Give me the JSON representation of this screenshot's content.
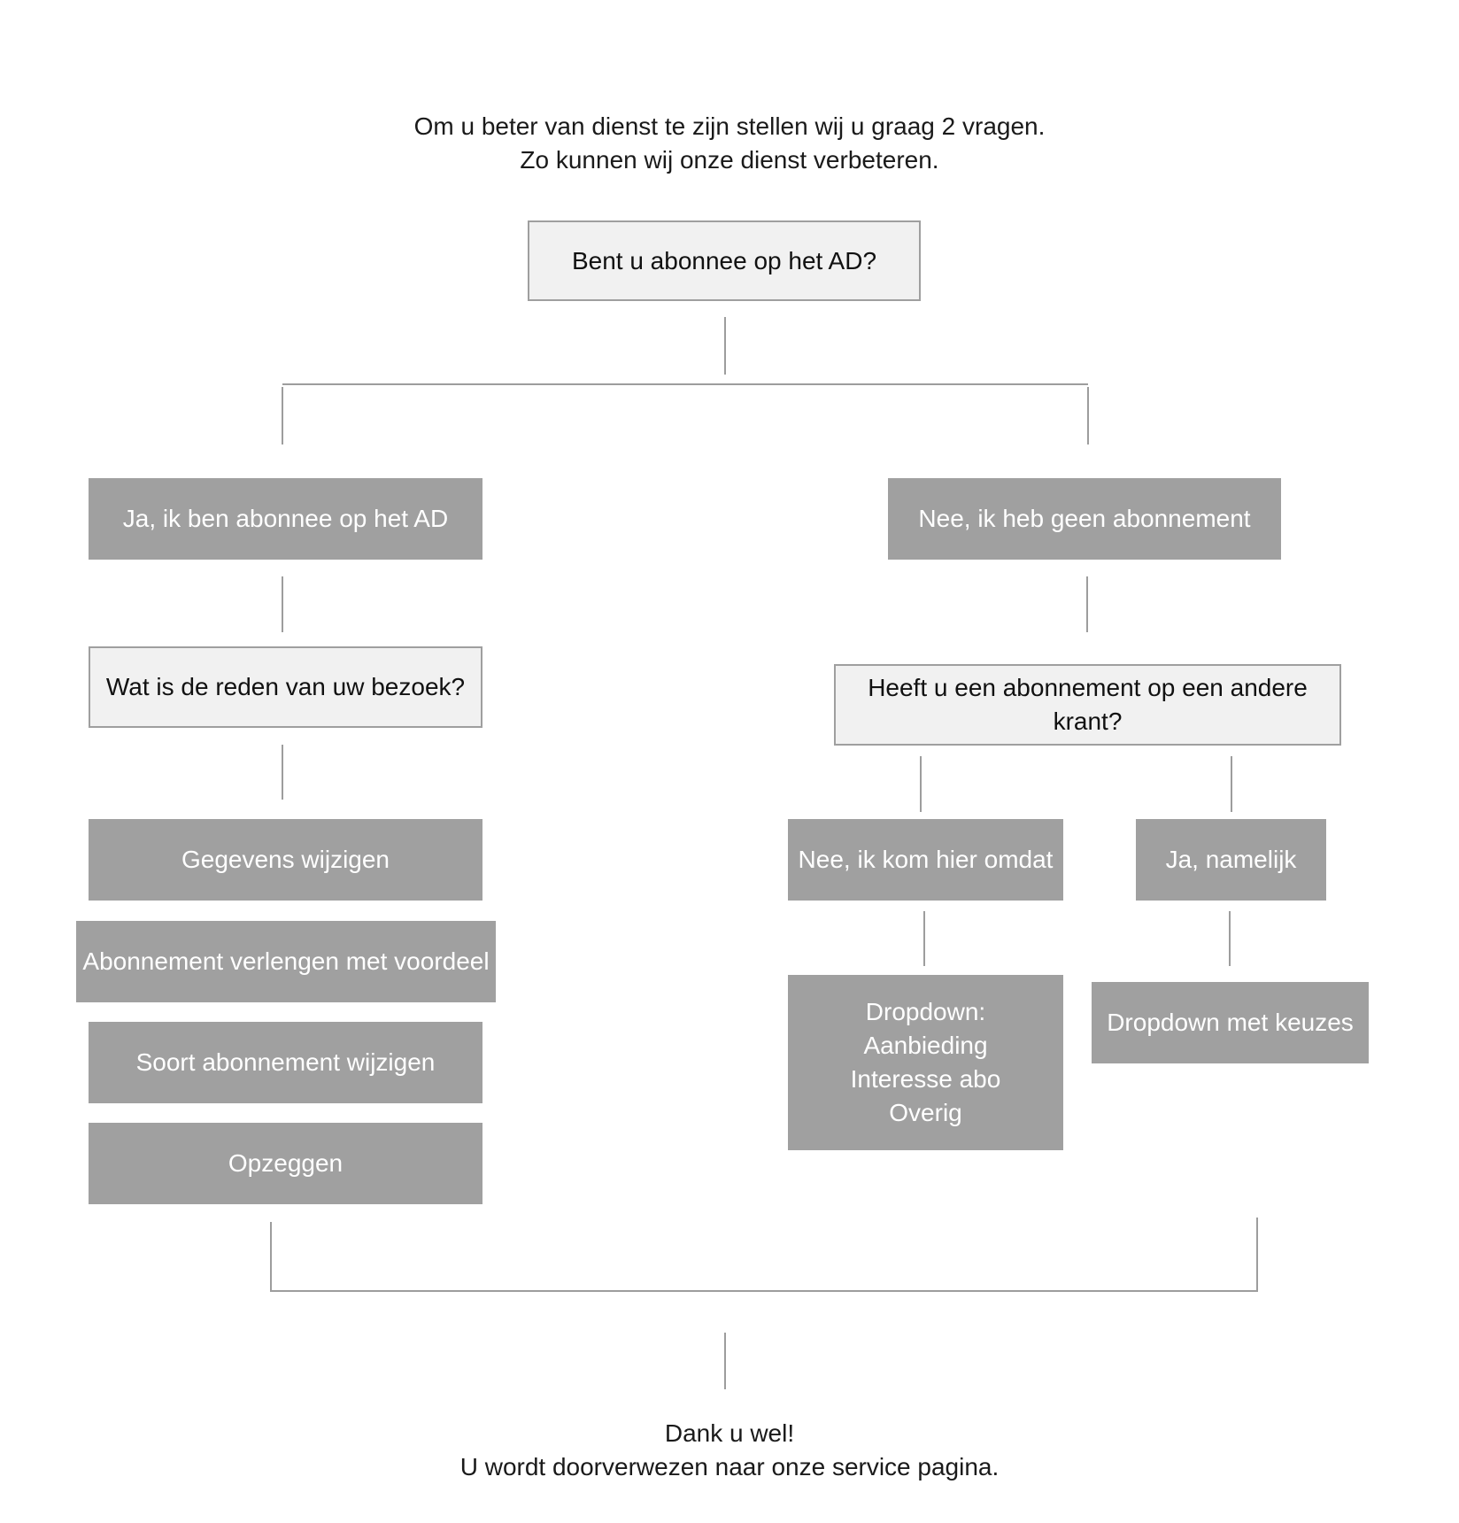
{
  "intro": {
    "line1": "Om u beter van dienst te zijn stellen wij u graag 2 vragen.",
    "line2": "Zo kunnen wij onze dienst verbeteren."
  },
  "root_question": "Bent u abonnee op het AD?",
  "left_branch": {
    "answer": "Ja, ik ben abonnee op het AD",
    "question": "Wat is de reden van uw bezoek?",
    "options": [
      "Gegevens wijzigen",
      "Abonnement verlengen met voordeel",
      "Soort abonnement wijzigen",
      "Opzeggen"
    ]
  },
  "right_branch": {
    "answer": "Nee, ik heb geen abonnement",
    "question": "Heeft u een abonnement op een andere krant?",
    "no_answer": "Nee, ik kom hier omdat",
    "no_dropdown": {
      "title": "Dropdown:",
      "items": [
        "Aanbieding",
        "Interesse abo",
        "Overig"
      ]
    },
    "yes_answer": "Ja, namelijk",
    "yes_dropdown": "Dropdown met keuzes"
  },
  "outro": {
    "line1": "Dank u wel!",
    "line2": "U wordt doorverwezen naar onze service pagina."
  },
  "colors": {
    "question_fill": "#f1f1f1",
    "question_border": "#9f9f9f",
    "answer_fill": "#a0a0a0",
    "answer_text": "#ffffff",
    "connector": "#9d9d9d",
    "text": "#1a1a1a"
  }
}
